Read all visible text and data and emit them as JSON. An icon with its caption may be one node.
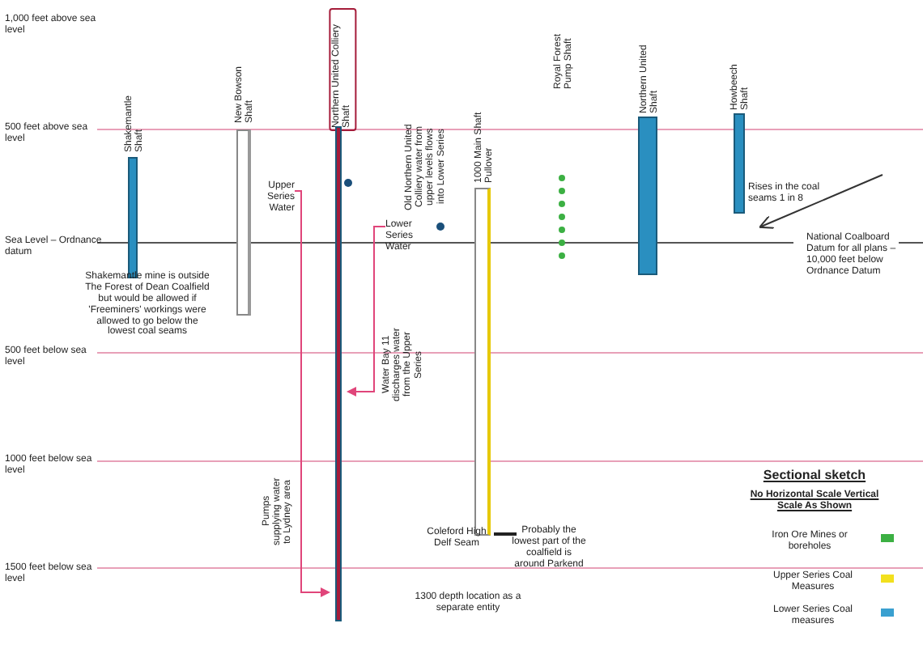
{
  "diagram": {
    "nodes": [
      {
        "text": [
          "Shakemantle Shaft"
        ]
      },
      {
        "text": [
          "New Bowson Shaft"
        ]
      },
      {
        "text": [
          "Northern United Colliery Shaft"
        ]
      },
      {
        "text": [
          "1000 Main Shaft Pullover"
        ]
      },
      {
        "text": [
          "Royal Forest Pump Shaft"
        ]
      },
      {
        "text": [
          "Northern United Shaft"
        ]
      },
      {
        "text": [
          "Howbeech Shaft"
        ]
      },
      {
        "text": [
          "Upper Series Water"
        ]
      },
      {
        "text": [
          "Lower Series Water"
        ]
      }
    ],
    "edges": [
      {
        "from": 7,
        "to": 2,
        "arrow": "to"
      },
      {
        "from": 8,
        "to": 2,
        "arrow": "to"
      }
    ],
    "labels": [
      "1,000 feet above sea level",
      "500 feet above sea level",
      "Sea Level – Ordnance datum",
      "Shakemantle mine is outside The Forest of Dean Coalfield but would be allowed if 'Freeminers' workings were allowed to go below the lowest coal seams",
      "Old Northern United Colliery water from upper levels flows into Lower Series",
      "Water Bay 11 discharges water from the Upper Series",
      "Rises in the coal seams 1 in 8",
      "National Coalboard Datum for all plans – 10,000 feet below Ordnance Datum",
      "500 feet below sea level",
      "1000 feet below sea level",
      "Sectional sketch",
      "No Horizontal Scale Vertical Scale As Shown",
      "Pumps supplying water to Lydney area",
      "Probably the lowest part of the coalfield is around Parkend",
      "1500 feet below sea level",
      "1300 depth location as a separate entity"
    ],
    "legend": [
      {
        "text": "Coleford High Delf Seam"
      },
      {
        "text": "Iron Ore Mines or boreholes",
        "color": "#3cb043"
      },
      {
        "text": "Upper Series Coal Measures",
        "color": "#f2e01e"
      },
      {
        "text": "Lower Series Coal measures",
        "color": "#3aa0d0"
      }
    ]
  }
}
